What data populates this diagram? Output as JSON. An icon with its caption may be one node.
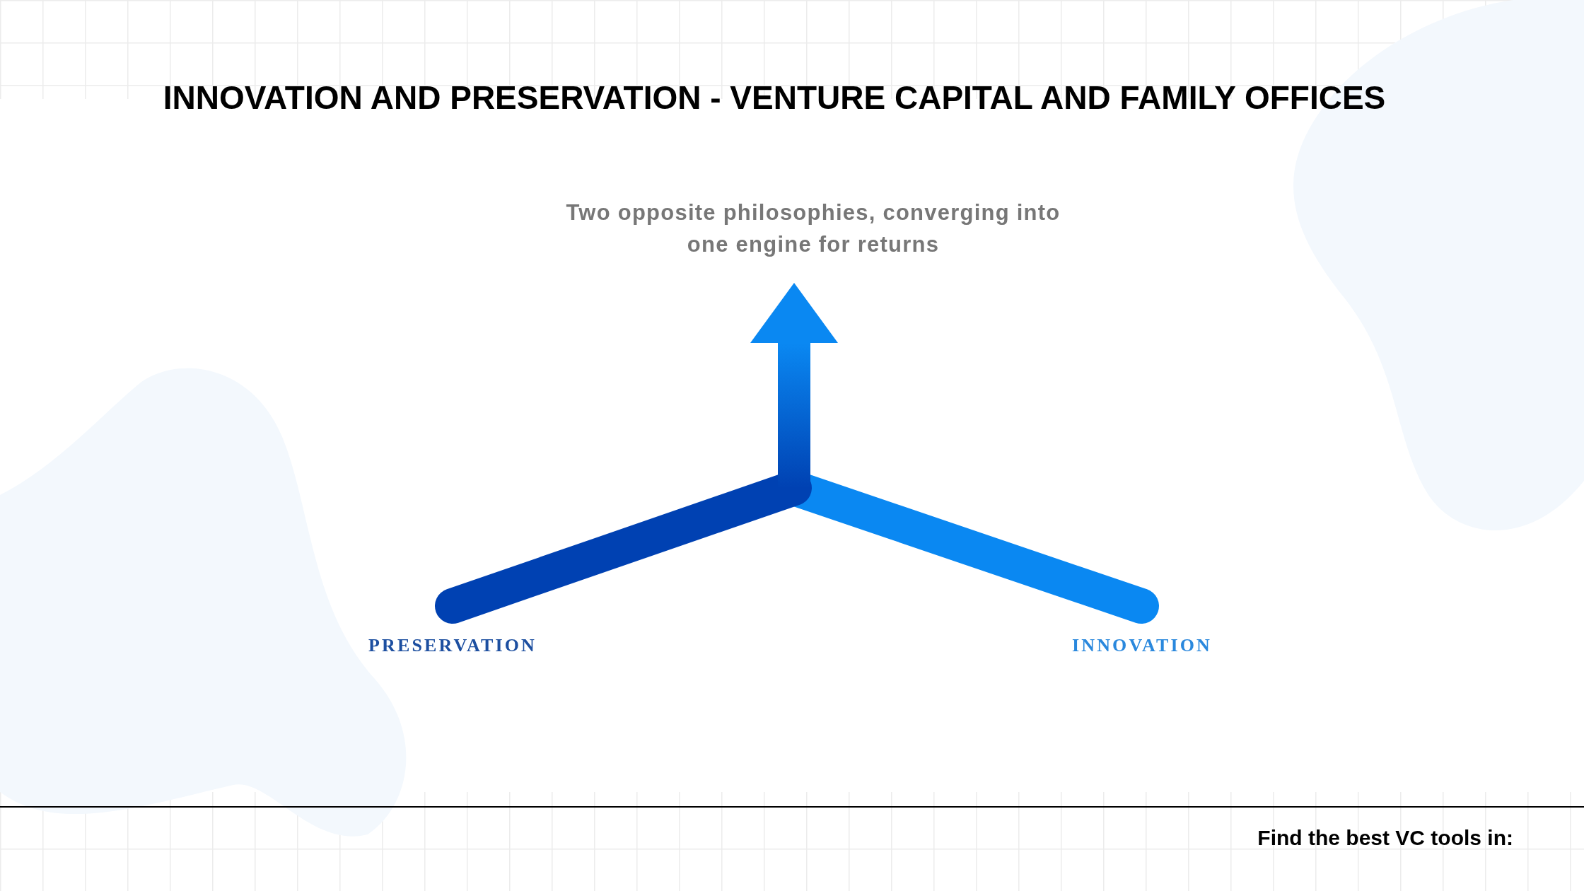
{
  "diagram": {
    "title": "INNOVATION AND PRESERVATION - VENTURE CAPITAL AND FAMILY OFFICES",
    "nodes": [
      {
        "text": [
          "PRESERVATION"
        ]
      },
      {
        "text": [
          "INNOVATION"
        ]
      },
      {
        "text": [
          "Two opposite philosophies, converging into one engine for returns"
        ]
      }
    ],
    "edges": [
      {
        "from": 0,
        "to": 2,
        "arrow": "to",
        "color": "#0041b2"
      },
      {
        "from": 1,
        "to": 2,
        "arrow": "to",
        "color": "#0a88f2"
      }
    ],
    "labels": [
      "Find the best VC tools in:"
    ]
  }
}
